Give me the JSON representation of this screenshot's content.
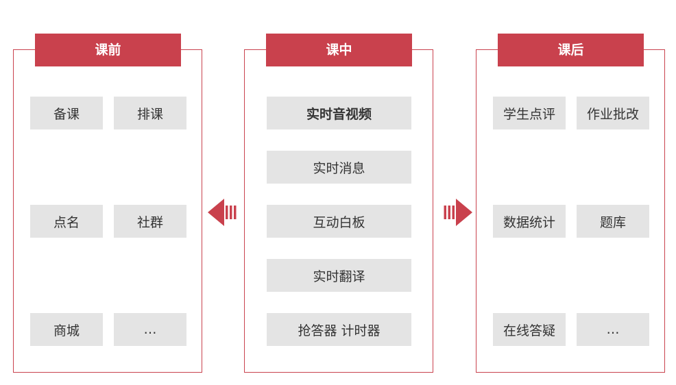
{
  "colors": {
    "accent": "#c9414d",
    "item_bg": "#e4e4e4",
    "text": "#333333"
  },
  "panels": {
    "before": {
      "title": "课前",
      "items": [
        "备课",
        "排课",
        "点名",
        "社群",
        "商城",
        "…"
      ]
    },
    "during": {
      "title": "课中",
      "items": [
        "实时音视频",
        "实时消息",
        "互动白板",
        "实时翻译",
        "抢答器 计时器"
      ]
    },
    "after": {
      "title": "课后",
      "items": [
        "学生点评",
        "作业批改",
        "数据统计",
        "题库",
        "在线答疑",
        "…"
      ]
    }
  },
  "icons": {
    "left": "arrow-left-icon",
    "right": "arrow-right-icon"
  }
}
